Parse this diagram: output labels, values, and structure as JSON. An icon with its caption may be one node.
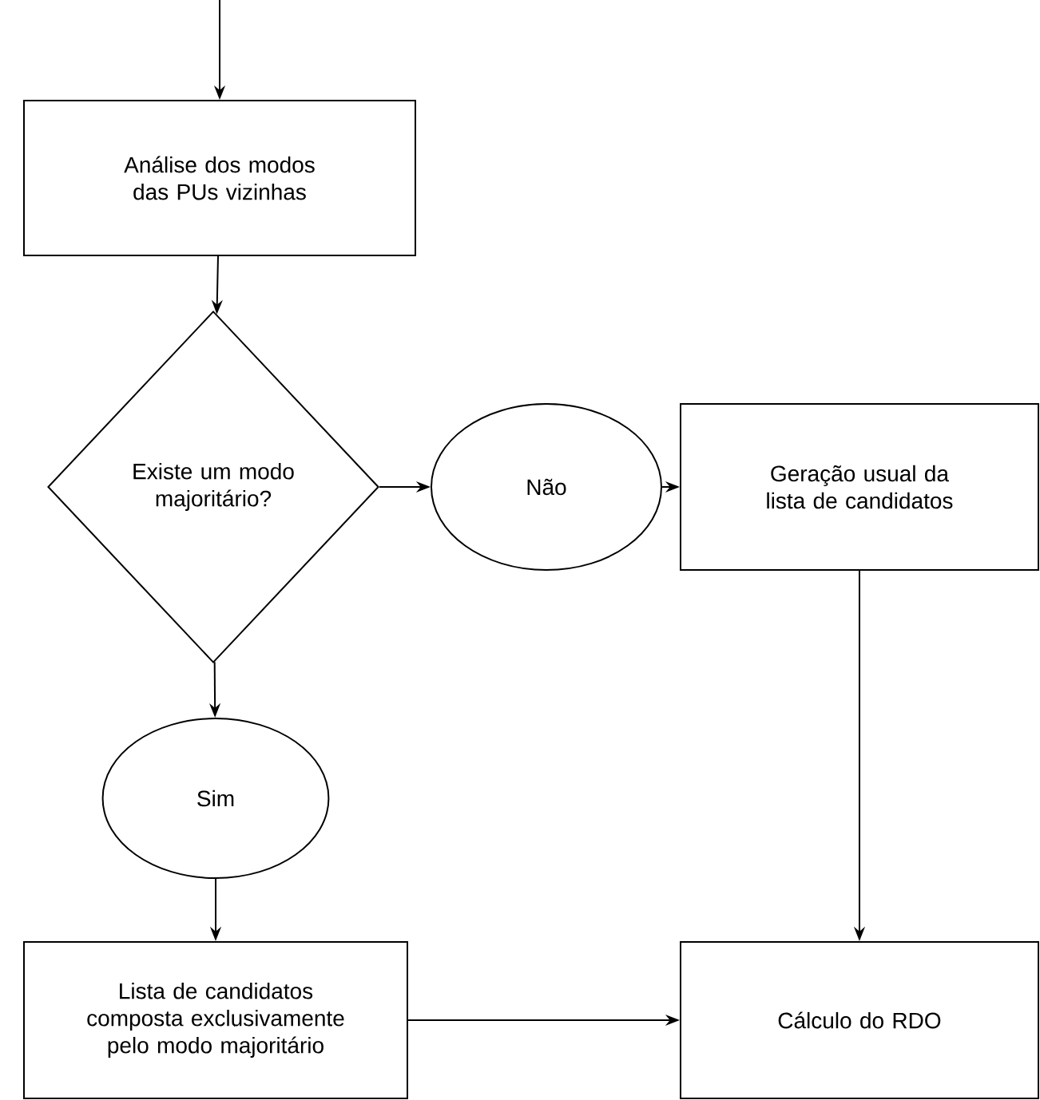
{
  "diagram": {
    "nodes": [
      {
        "text": [
          "Análise dos modos das PUs vizinhas"
        ]
      },
      {
        "text": [
          "Existe um modo majoritário?"
        ]
      },
      {
        "text": [
          "Não"
        ]
      },
      {
        "text": [
          "Geração usual da lista de candidatos"
        ]
      },
      {
        "text": [
          "Sim"
        ]
      },
      {
        "text": [
          "Lista de candidatos composta exclusivamente pelo modo majoritário"
        ]
      },
      {
        "text": [
          "Cálculo do RDO"
        ]
      }
    ],
    "edges": [
      {
        "from": null,
        "to": 0,
        "arrow": "to"
      },
      {
        "from": 0,
        "to": 1,
        "arrow": "to"
      },
      {
        "from": 1,
        "to": 2,
        "arrow": "to"
      },
      {
        "from": 2,
        "to": 3,
        "arrow": "to"
      },
      {
        "from": 1,
        "to": 4,
        "arrow": "to"
      },
      {
        "from": 4,
        "to": 5,
        "arrow": "to"
      },
      {
        "from": 5,
        "to": 6,
        "arrow": "to"
      },
      {
        "from": 3,
        "to": 6,
        "arrow": "to"
      }
    ]
  }
}
